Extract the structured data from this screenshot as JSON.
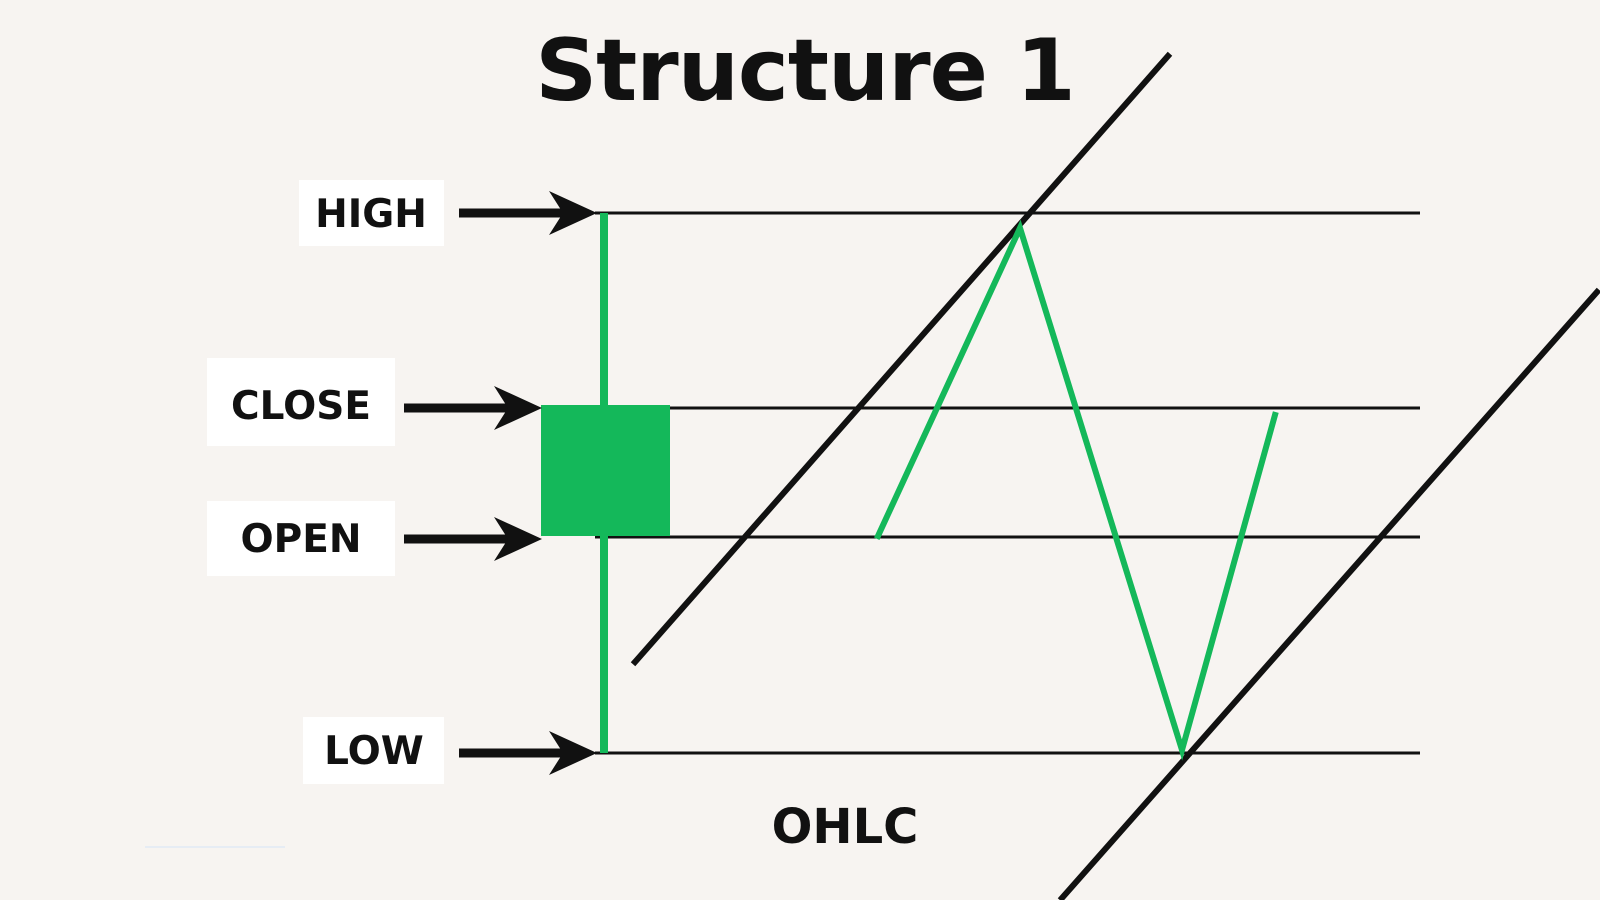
{
  "title": "Structure 1",
  "labels": {
    "high": "HIGH",
    "close": "CLOSE",
    "open": "OPEN",
    "low": "LOW"
  },
  "footer_label": "OHLC",
  "colors": {
    "background": "#f7f4f1",
    "green": "#14b85a",
    "black": "#111111",
    "label_box": "#ffffff"
  }
}
